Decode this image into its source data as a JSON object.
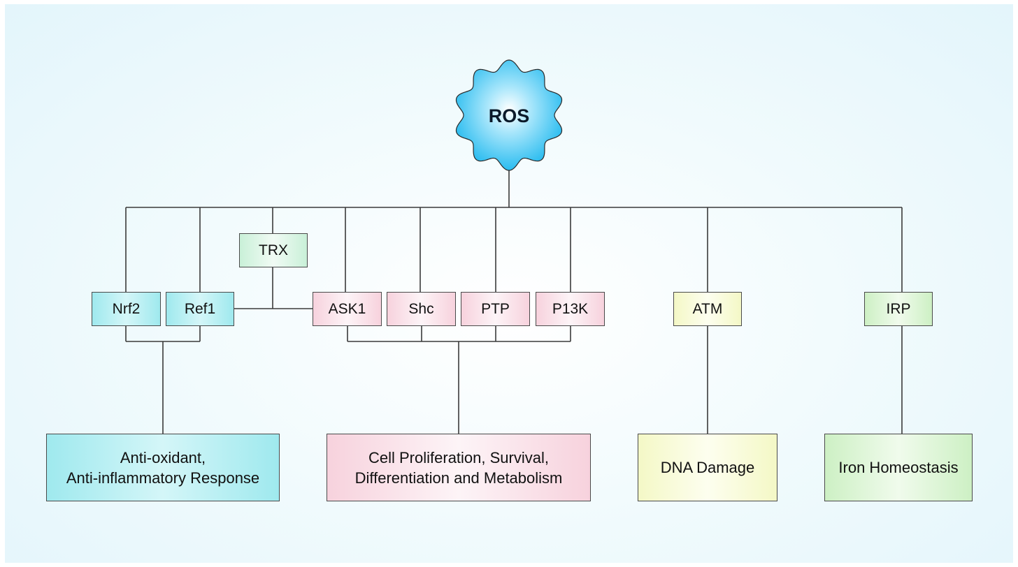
{
  "hub": {
    "label": "ROS"
  },
  "mediators": {
    "nrf2": "Nrf2",
    "ref1": "Ref1",
    "trx": "TRX",
    "ask1": "ASK1",
    "shc": "Shc",
    "ptp": "PTP",
    "p13k": "P13K",
    "atm": "ATM",
    "irp": "IRP"
  },
  "outcomes": {
    "antioxidant": {
      "line1": "Anti-oxidant,",
      "line2": "Anti-inflammatory Response"
    },
    "proliferation": {
      "line1": "Cell Proliferation, Survival,",
      "line2": "Differentiation and Metabolism"
    },
    "dna": "DNA Damage",
    "iron": "Iron Homeostasis"
  },
  "colors": {
    "ros_fill": "#29c3f4",
    "line": "#3a3a3a",
    "teal": "#a6ebef",
    "pink": "#f8d6e0",
    "mint": "#cdf1db",
    "yellow": "#f5f9cb",
    "green": "#d0f1c8"
  }
}
